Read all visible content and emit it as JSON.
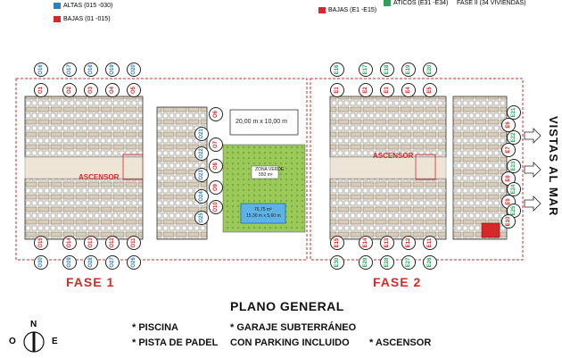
{
  "legend": {
    "altas": {
      "label": "ALTAS (015 -030)",
      "color": "#2e7fc0"
    },
    "bajas": {
      "label": "BAJAS (01 -015)",
      "color": "#d62828"
    },
    "bajas_e": {
      "label": "BAJAS (E1 -E15)",
      "color": "#d62828"
    },
    "aticos": {
      "label": "ATICOS (E31 -E34)",
      "color": "#2fa35a"
    },
    "fase2_note": "FASE II (34 VIVIENDAS)"
  },
  "labels": {
    "fase1": "FASE 1",
    "fase2": "FASE 2",
    "plan_title": "PLANO GENERAL",
    "ascensor": "ASCENSOR",
    "vistas": "VISTAS AL MAR",
    "padel_court": "20,00 m x 10,00 m",
    "zona_verde_1": "ZONA VERDE",
    "zona_verde_2": "550 m²",
    "pool_1": "76,75 m²",
    "pool_2": "15,30 m x 5,60 m"
  },
  "features": {
    "piscina": "* PISCINA",
    "padel": "* PISTA DE PADEL",
    "garaje": "* GARAJE SUBTERRÁNEO",
    "parking": "CON PARKING INCLUIDO",
    "ascensor": "* ASCENSOR"
  },
  "compass": {
    "n": "N",
    "o": "O",
    "e": "E"
  },
  "units": {
    "fase1_top_blue": [
      "O16",
      "O17",
      "O18",
      "O19",
      "O20"
    ],
    "fase1_top_red": [
      "O1",
      "O2",
      "O3",
      "O4",
      "O5"
    ],
    "fase1_bottom_red": [
      "O15",
      "O14",
      "O13",
      "O12",
      "O11"
    ],
    "fase1_bottom_blue": [
      "O30",
      "O29",
      "O28",
      "O27",
      "O26"
    ],
    "fase1_right": [
      "O6",
      "O21",
      "O7",
      "O22",
      "O8",
      "O23",
      "O9",
      "O24",
      "O10",
      "O25"
    ],
    "fase2_top_green": [
      "E16",
      "E17",
      "E18",
      "E19",
      "E20"
    ],
    "fase2_top_red": [
      "E1",
      "E2",
      "E3",
      "E4",
      "E5"
    ],
    "fase2_bottom_red": [
      "E15",
      "E14",
      "E13",
      "E12",
      "E11"
    ],
    "fase2_bottom_green": [
      "E30",
      "E29",
      "E28",
      "E27",
      "E26"
    ],
    "fase2_right": [
      "E21",
      "E6",
      "E22",
      "E7",
      "E23",
      "E8",
      "E24",
      "E9",
      "E25",
      "E10"
    ]
  },
  "colors": {
    "red": "#d62828",
    "blue": "#2e7fc0",
    "green": "#2fa35a",
    "floor": "#e8dccb",
    "grass": "#8bc34a"
  }
}
